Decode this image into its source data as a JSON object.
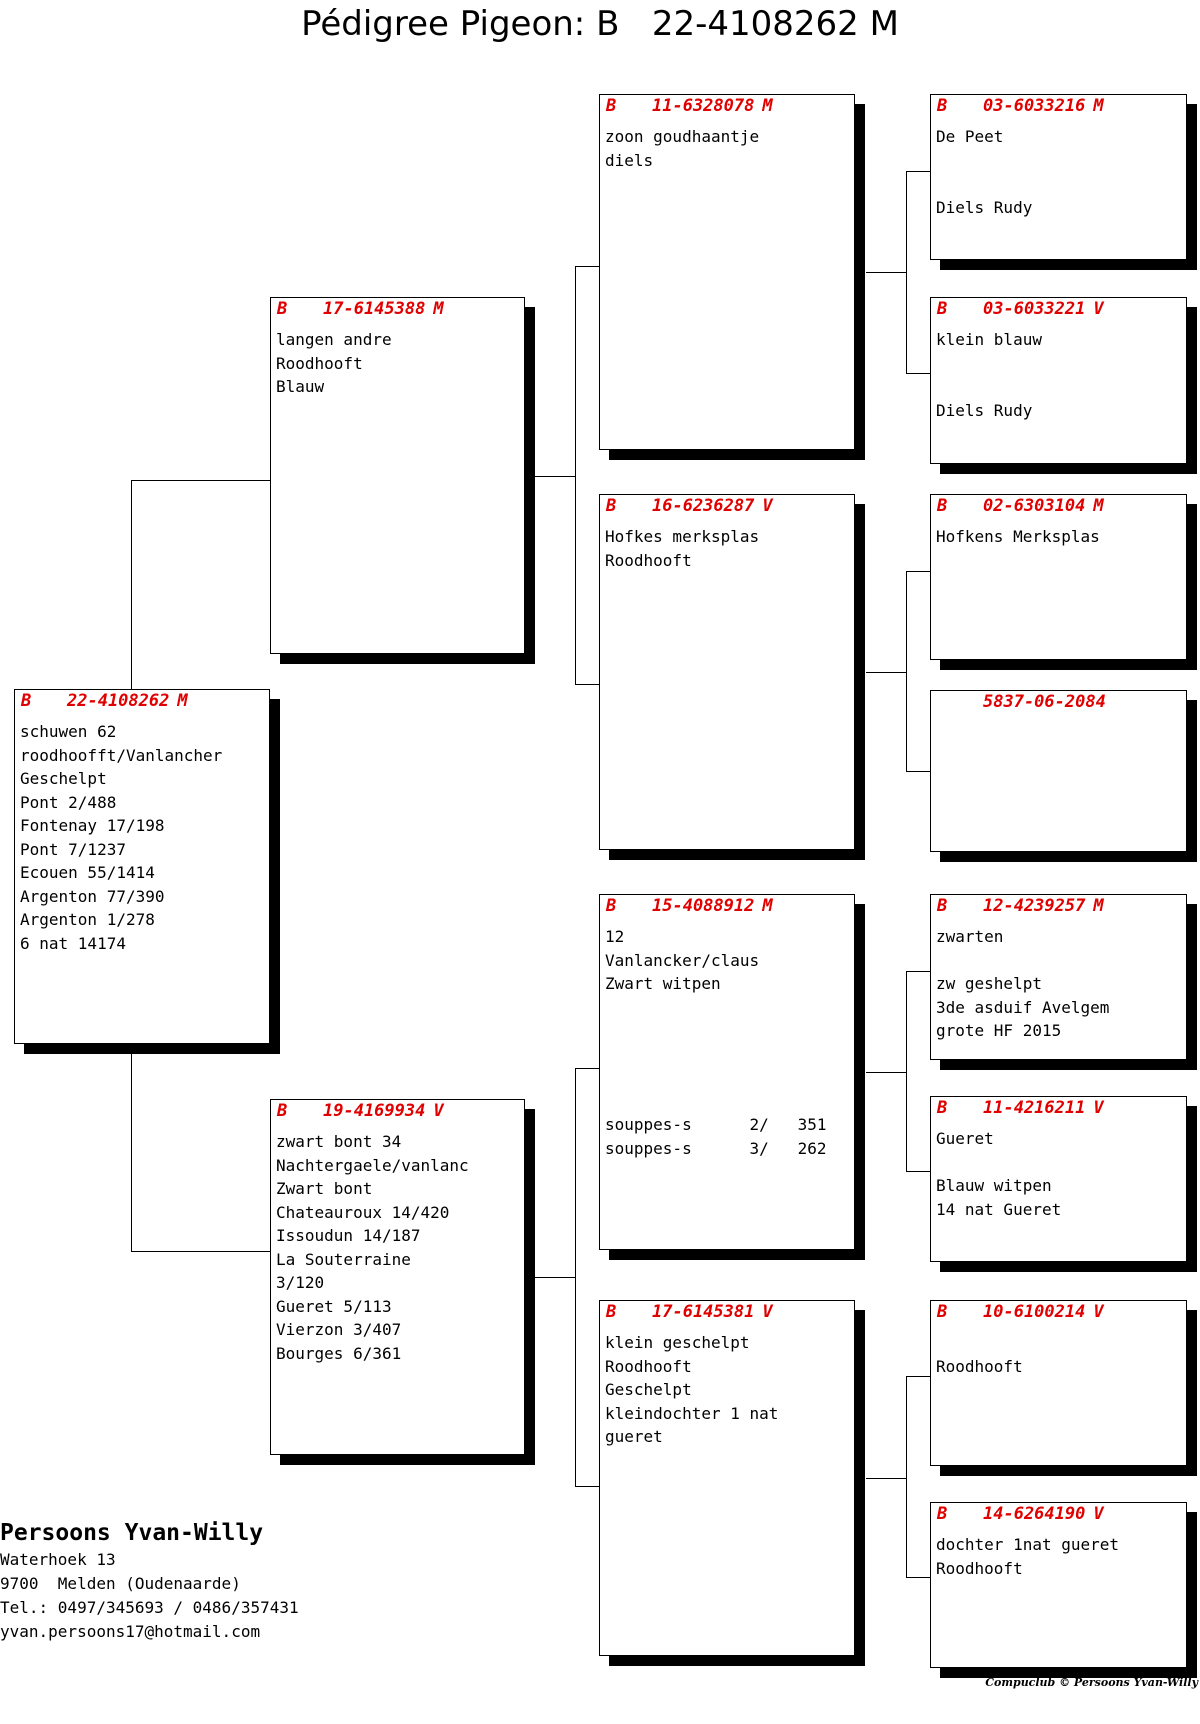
{
  "title": "Pédigree Pigeon: B   22-4108262 M",
  "pigeons": {
    "subject": {
      "country": "B",
      "ring": "22-4108262",
      "sex": "M",
      "lines": [
        "schuwen 62",
        "roodhoofft/Vanlancher",
        "Geschelpt",
        "Pont 2/488",
        "Fontenay 17/198",
        "Pont 7/1237",
        "Ecouen 55/1414",
        "Argenton 77/390",
        "Argenton 1/278",
        "6 nat 14174"
      ]
    },
    "father": {
      "country": "B",
      "ring": "17-6145388",
      "sex": "M",
      "lines": [
        "langen andre",
        "Roodhooft",
        "Blauw"
      ]
    },
    "mother": {
      "country": "B",
      "ring": "19-4169934",
      "sex": "V",
      "lines": [
        "zwart bont 34",
        "Nachtergaele/vanlanc",
        "Zwart bont",
        "Chateauroux 14/420",
        "Issoudun 14/187",
        "La Souterraine",
        "3/120",
        "Gueret 5/113",
        "Vierzon 3/407",
        "Bourges 6/361"
      ]
    },
    "ff": {
      "country": "B",
      "ring": "11-6328078",
      "sex": "M",
      "lines": [
        "zoon goudhaantje",
        "diels"
      ]
    },
    "fm": {
      "country": "B",
      "ring": "16-6236287",
      "sex": "V",
      "lines": [
        "Hofkes merksplas",
        "Roodhooft"
      ]
    },
    "mf": {
      "country": "B",
      "ring": "15-4088912",
      "sex": "M",
      "lines": [
        "12",
        "Vanlancker/claus",
        "Zwart witpen",
        "",
        "",
        "",
        "",
        "",
        "souppes-s      2/   351",
        "souppes-s      3/   262"
      ]
    },
    "mm": {
      "country": "B",
      "ring": "17-6145381",
      "sex": "V",
      "lines": [
        "klein geschelpt",
        "Roodhooft",
        "Geschelpt",
        "kleindochter 1 nat",
        "gueret"
      ]
    },
    "fff": {
      "country": "B",
      "ring": "03-6033216",
      "sex": "M",
      "lines": [
        "De Peet",
        "",
        "",
        "Diels Rudy"
      ]
    },
    "ffm": {
      "country": "B",
      "ring": "03-6033221",
      "sex": "V",
      "lines": [
        "klein blauw",
        "",
        "",
        "Diels Rudy"
      ]
    },
    "fmf": {
      "country": "B",
      "ring": "02-6303104",
      "sex": "M",
      "lines": [
        "Hofkens Merksplas"
      ]
    },
    "fmm": {
      "country": "",
      "ring": "5837-06-2084",
      "sex": "",
      "lines": []
    },
    "mff": {
      "country": "B",
      "ring": "12-4239257",
      "sex": "M",
      "lines": [
        "zwarten",
        "",
        "zw geshelpt",
        "3de asduif Avelgem",
        "grote HF 2015"
      ]
    },
    "mfm": {
      "country": "B",
      "ring": "11-4216211",
      "sex": "V",
      "lines": [
        "Gueret",
        "",
        "Blauw witpen",
        "14 nat Gueret"
      ]
    },
    "mmf": {
      "country": "B",
      "ring": "10-6100214",
      "sex": "V",
      "lines": [
        "",
        "Roodhooft"
      ]
    },
    "mmm": {
      "country": "B",
      "ring": "14-6264190",
      "sex": "V",
      "lines": [
        "dochter 1nat gueret",
        "Roodhooft"
      ]
    }
  },
  "owner": {
    "name": "Persoons Yvan-Willy",
    "address": "Waterhoek 13",
    "city": "9700  Melden (Oudenaarde)",
    "phone": "Tel.: 0497/345693 / 0486/357431",
    "email": "yvan.persoons17@hotmail.com"
  },
  "footer": "Compuclub © Persoons Yvan-Willy"
}
